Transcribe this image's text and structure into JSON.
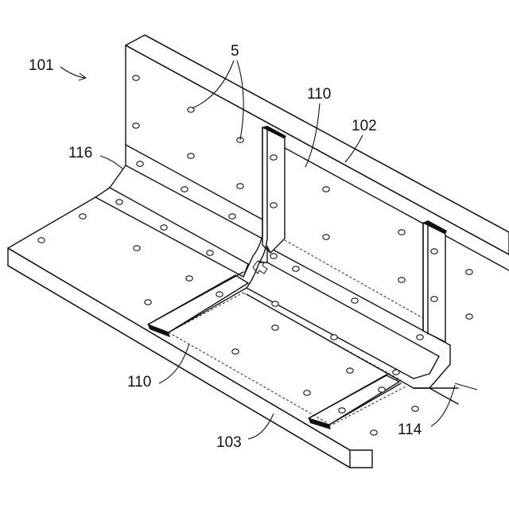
{
  "labels": {
    "assembly": "101",
    "fastener": "5",
    "panel_upper": "110",
    "panel_lower": "110",
    "wall": "102",
    "corner_member": "116",
    "floor": "103",
    "joint": "114"
  },
  "colors": {
    "line": "#111111",
    "background": "#ffffff"
  }
}
